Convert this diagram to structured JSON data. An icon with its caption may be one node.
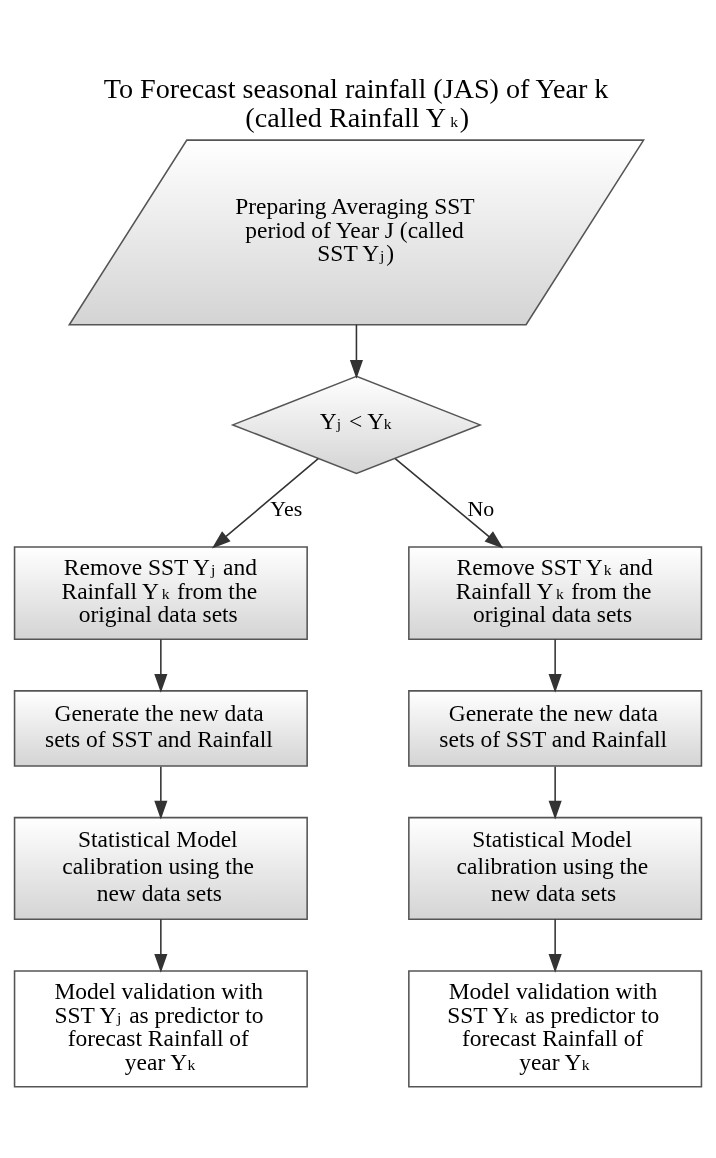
{
  "diagram": {
    "title": "To Forecast seasonal rainfall (JAS) of Year k (called Rainfall Y$_{k}$)",
    "nodes": [
      {
        "text": [
          "Preparing Averaging SST period of Year J (called SST Y$_{j}$)"
        ]
      },
      {
        "text": [
          "Y$_{j}$ < Y$_{k}$"
        ]
      },
      {
        "text": [
          "Remove SST Y$_{j}$ and Rainfall Y$_{k}$ from the original data sets"
        ]
      },
      {
        "text": [
          "Remove SST Y$_{k}$ and Rainfall Y$_{k}$ from the original data sets"
        ]
      },
      {
        "text": [
          "Generate the new data sets of SST and Rainfall"
        ]
      },
      {
        "text": [
          "Generate the new data sets of SST and Rainfall"
        ]
      },
      {
        "text": [
          "Statistical Model calibration using the new data sets"
        ]
      },
      {
        "text": [
          "Statistical Model calibration using the new data sets"
        ]
      },
      {
        "text": [
          "Model validation with SST Y$_{j}$ as predictor to forecast Rainfall of year Y$_{k}$"
        ]
      },
      {
        "text": [
          "Model validation with SST Y$_{k}$ as predictor to forecast Rainfall of year Y$_{k}$"
        ]
      }
    ],
    "edges": [
      {
        "from": 0,
        "to": 1,
        "arrow": "to"
      },
      {
        "from": 1,
        "to": 2,
        "arrow": "to",
        "label": "Yes"
      },
      {
        "from": 1,
        "to": 3,
        "arrow": "to",
        "label": "No"
      },
      {
        "from": 2,
        "to": 4,
        "arrow": "to"
      },
      {
        "from": 4,
        "to": 6,
        "arrow": "to"
      },
      {
        "from": 6,
        "to": 8,
        "arrow": "to"
      },
      {
        "from": 3,
        "to": 5,
        "arrow": "to"
      },
      {
        "from": 5,
        "to": 7,
        "arrow": "to"
      },
      {
        "from": 7,
        "to": 9,
        "arrow": "to"
      }
    ]
  }
}
